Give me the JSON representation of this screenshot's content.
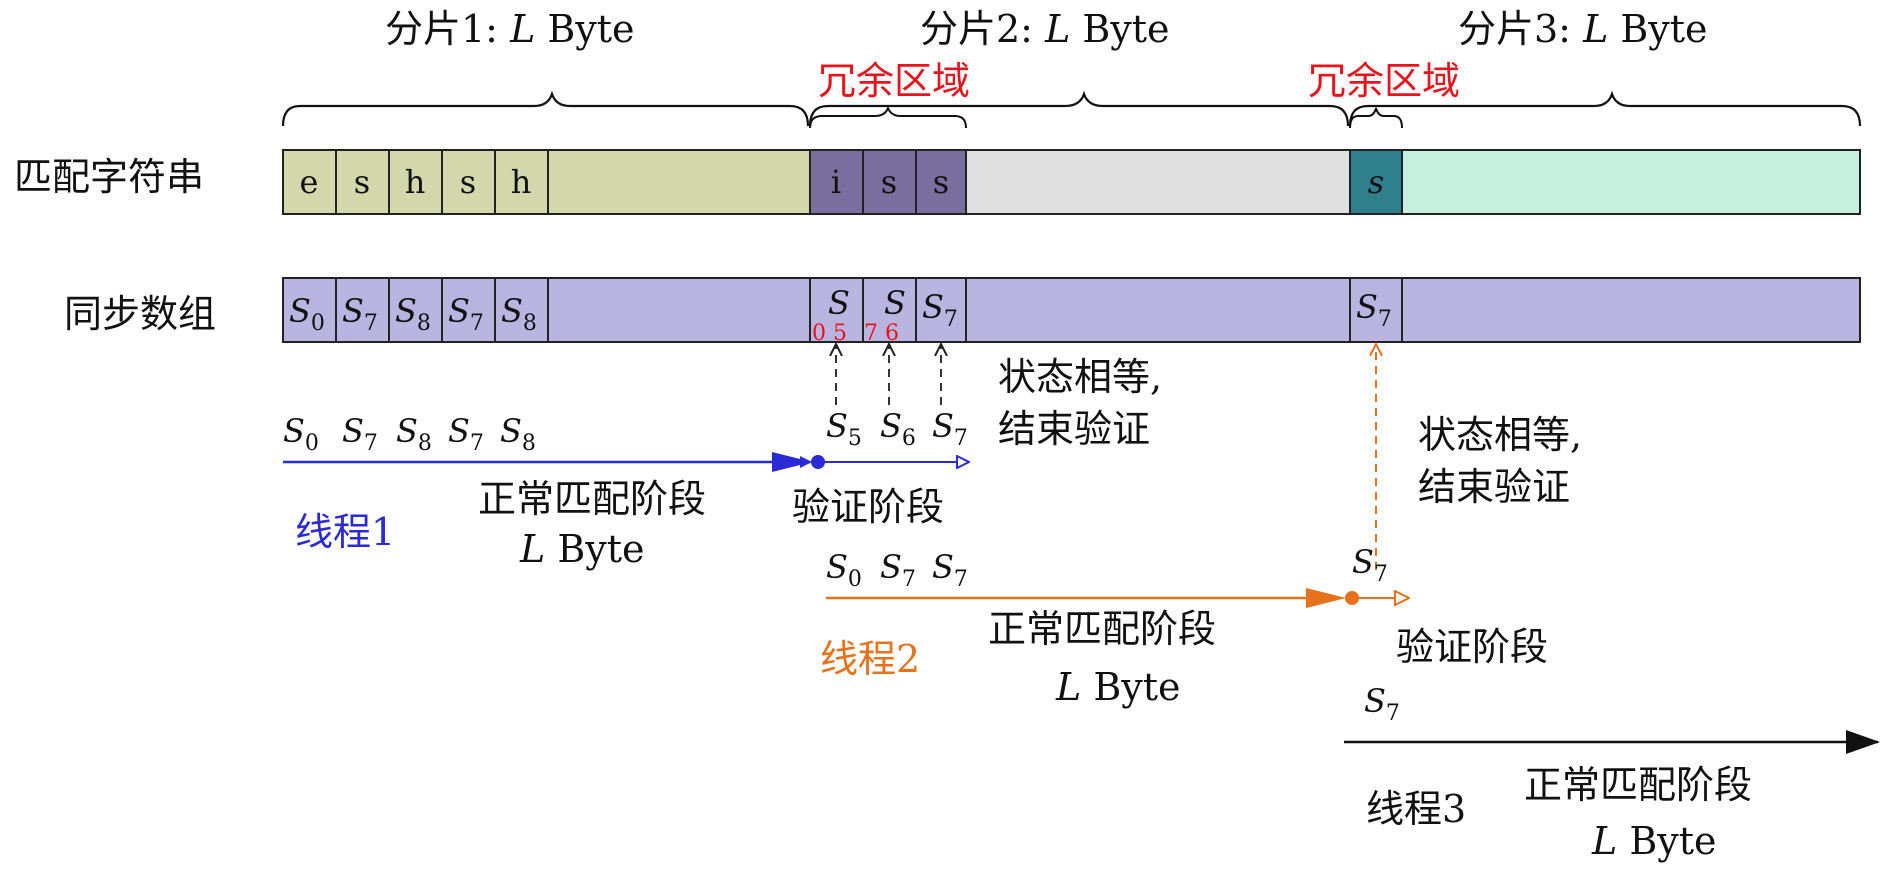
{
  "segments": [
    {
      "label_prefix": "分片1: ",
      "label_var": "L",
      "label_unit": " Byte"
    },
    {
      "label_prefix": "分片2: ",
      "label_var": "L",
      "label_unit": " Byte"
    },
    {
      "label_prefix": "分片3: ",
      "label_var": "L",
      "label_unit": " Byte"
    }
  ],
  "redundant_label": "冗余区域",
  "rows": {
    "match_label": "匹配字符串",
    "sync_label": "同步数组"
  },
  "match_cells": {
    "seg1": [
      "e",
      "s",
      "h",
      "s",
      "h"
    ],
    "seg2": [
      "i",
      "s",
      "s"
    ],
    "seg3": [
      "s"
    ]
  },
  "sync_cells": {
    "seg1": [
      {
        "base": "S",
        "sub": "0"
      },
      {
        "base": "S",
        "sub": "7"
      },
      {
        "base": "S",
        "sub": "8"
      },
      {
        "base": "S",
        "sub": "7"
      },
      {
        "base": "S",
        "sub": "8"
      }
    ],
    "seg2": [
      {
        "base": "S",
        "overlay": "0 5"
      },
      {
        "base": "S",
        "overlay": "7 6"
      },
      {
        "base": "S",
        "sub": "7"
      }
    ],
    "seg3": [
      {
        "base": "S",
        "sub": "7"
      }
    ]
  },
  "states_equal_label": "状态相等,",
  "end_verify_label": "结束验证",
  "threads": [
    {
      "name": "线程1",
      "states": [
        "0",
        "7",
        "8",
        "7",
        "8"
      ],
      "verify_states": [
        "5",
        "6",
        "7"
      ],
      "normal_phase_label": "正常匹配阶段",
      "verify_phase_label": "验证阶段",
      "length_var": "L",
      "length_unit": " Byte"
    },
    {
      "name": "线程2",
      "states": [
        "0",
        "7",
        "7"
      ],
      "verify_states": [
        "7"
      ],
      "normal_phase_label": "正常匹配阶段",
      "verify_phase_label": "验证阶段",
      "length_var": "L",
      "length_unit": " Byte"
    },
    {
      "name": "线程3",
      "states": [
        "7"
      ],
      "normal_phase_label": "正常匹配阶段",
      "length_var": "L",
      "length_unit": " Byte"
    }
  ],
  "colors": {
    "seg1_fill": "#d2d8ac",
    "seg2_cell_fill": "#7a6e9e",
    "seg2_fill": "#e0e0e0",
    "seg3_cell_fill": "#2f7f8c",
    "seg3_fill": "#c6efe0",
    "sync_fill": "#bab4e0",
    "redundant": "#e8141c",
    "thread1": "#2a2ad6",
    "thread2": "#e8711c",
    "thread3": "#111111"
  }
}
